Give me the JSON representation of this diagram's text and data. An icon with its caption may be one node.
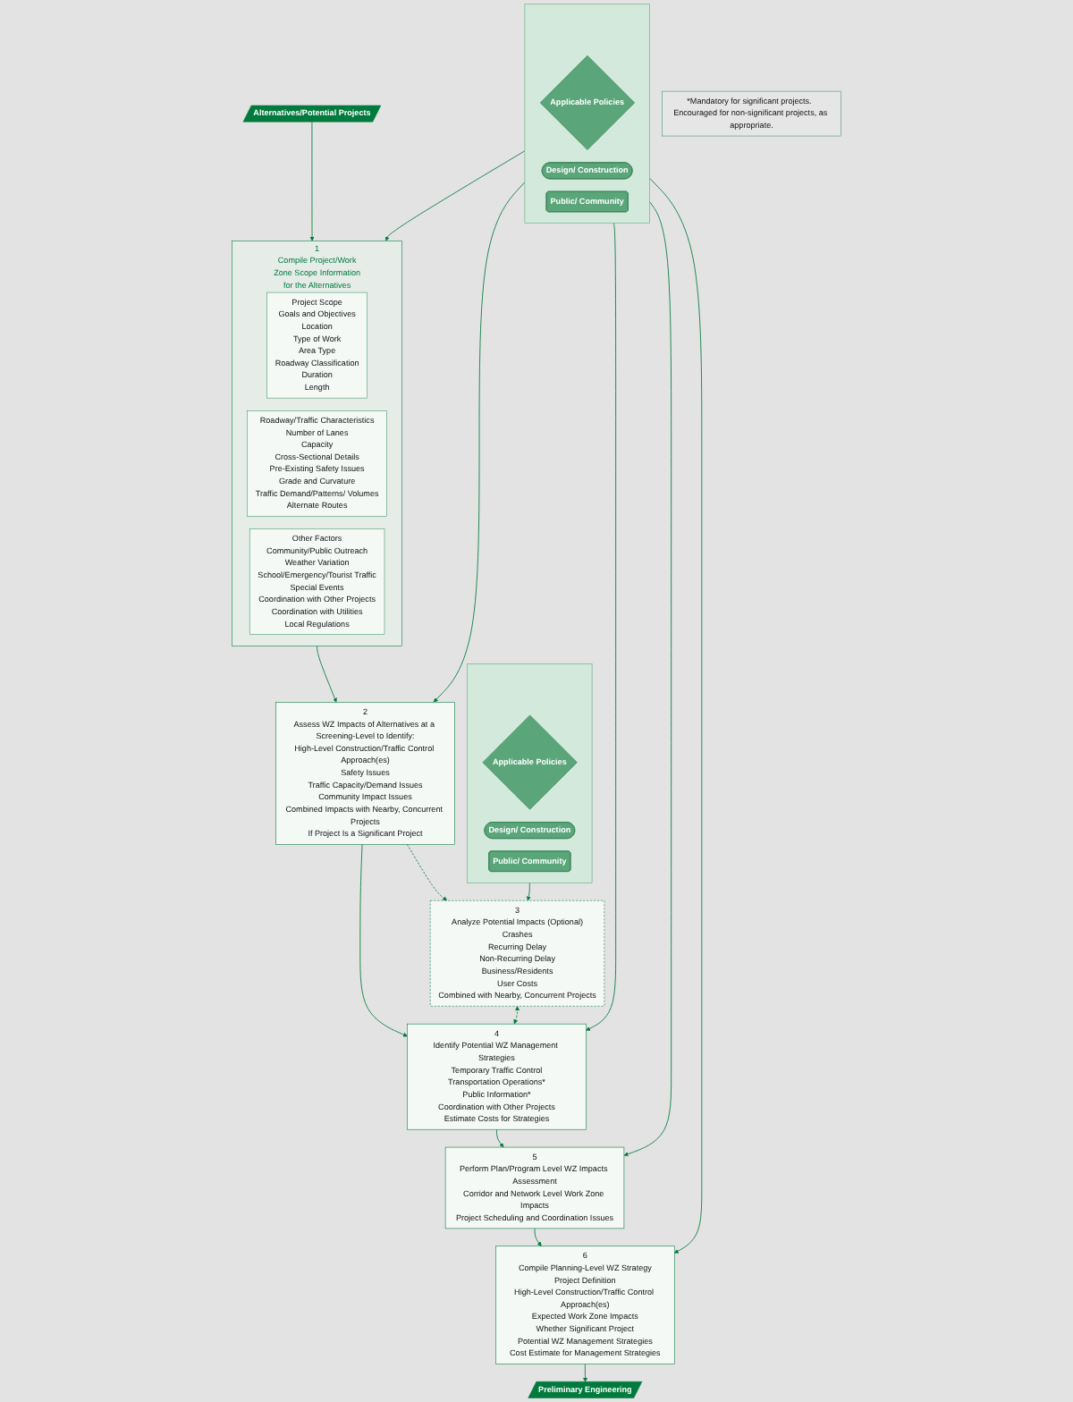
{
  "diagram": {
    "nodes": [
      {
        "text": [
          "Alternatives/Potential Projects"
        ]
      },
      {
        "text": [
          "1",
          "Compile Project/Work Zone Scope Information for the Alternatives"
        ]
      },
      {
        "text": [
          "Project Scope",
          "Goals and Objectives",
          "Location",
          "Type of Work",
          "Area Type",
          "Roadway Classification",
          "Duration",
          "Length"
        ],
        "in": 1
      },
      {
        "text": [
          "Roadway/Traffic Characteristics",
          "Number of Lanes",
          "Capacity",
          "Cross-Sectional Details",
          "Pre-Existing Safety Issues",
          "Grade and Curvature",
          "Traffic Demand/Patterns/ Volumes",
          "Alternate Routes"
        ],
        "in": 1
      },
      {
        "text": [
          "Other Factors",
          "Community/Public Outreach",
          "Weather Variation",
          "School/Emergency/Tourist Traffic",
          "Special Events",
          "Coordination with Other Projects",
          "Coordination with Utilities",
          "Local Regulations"
        ],
        "in": 1
      },
      {
        "text": [
          "2",
          "Assess WZ Impacts of Alternatives at a Screening-Level to Identify:",
          "High-Level Construction/Traffic Control Approach(es)",
          "Safety Issues",
          "Traffic Capacity/Demand Issues",
          "Community Impact Issues",
          "Combined Impacts with Nearby, Concurrent Projects",
          "If Project Is a Significant Project"
        ]
      },
      {
        "text": [
          "3",
          "Analyze Potential Impacts (Optional)",
          "Crashes",
          "Recurring Delay",
          "Non-Recurring Delay",
          "Business/Residents",
          "User Costs",
          "Combined with Nearby, Concurrent Projects"
        ]
      },
      {
        "text": [
          "4",
          "Identify Potential WZ Management Strategies",
          "Temporary Traffic Control",
          "Transportation Operations*",
          "Public Information*",
          "Coordination with Other Projects",
          "Estimate Costs for Strategies"
        ]
      },
      {
        "text": [
          "5",
          "Perform Plan/Program Level WZ Impacts Assessment",
          "Corridor and Network Level Work Zone Impacts",
          "Project Scheduling and Coordination Issues"
        ]
      },
      {
        "text": [
          "6",
          "Compile Planning-Level WZ Strategy",
          "Project Definition",
          "High-Level Construction/Traffic Control Approach(es)",
          "Expected Work Zone Impacts",
          "Whether Significant Project",
          "Potential WZ Management Strategies",
          "Cost Estimate for Management Strategies"
        ]
      },
      {
        "text": [
          "Preliminary Engineering"
        ]
      },
      {
        "text": [],
        "shape": "box"
      },
      {
        "text": [
          "Applicable Policies"
        ],
        "in": 11
      },
      {
        "text": [
          "Design/ Construction"
        ],
        "in": 11
      },
      {
        "text": [
          "Public/ Community"
        ],
        "in": 11
      },
      {
        "text": [],
        "shape": "box"
      },
      {
        "text": [
          "Applicable Policies"
        ],
        "in": 15
      },
      {
        "text": [
          "Design/ Construction"
        ],
        "in": 15
      },
      {
        "text": [
          "Public/ Community"
        ],
        "in": 15
      },
      {
        "text": [
          "*Mandatory for significant projects.  Encouraged for non-significant projects, as appropriate."
        ]
      }
    ],
    "edges": [
      {
        "from": 0,
        "to": 1,
        "arrow": "to"
      },
      {
        "from": 1,
        "to": 5,
        "arrow": "to"
      },
      {
        "from": 5,
        "to": 6,
        "arrow": "to",
        "style": "dashed"
      },
      {
        "from": 5,
        "to": 7,
        "arrow": "to"
      },
      {
        "from": 6,
        "to": 7,
        "arrow": "both",
        "style": "dashed"
      },
      {
        "from": 7,
        "to": 8,
        "arrow": "to"
      },
      {
        "from": 8,
        "to": 9,
        "arrow": "to"
      },
      {
        "from": 9,
        "to": 10,
        "arrow": "to"
      },
      {
        "from": 11,
        "to": 6,
        "arrow": "to"
      },
      {
        "from": 15,
        "to": 1,
        "arrow": "to"
      },
      {
        "from": 15,
        "to": 5,
        "arrow": "to"
      },
      {
        "from": 15,
        "to": 7,
        "arrow": "to"
      },
      {
        "from": 15,
        "to": 8,
        "arrow": "to"
      },
      {
        "from": 15,
        "to": 9,
        "arrow": "to"
      }
    ]
  }
}
